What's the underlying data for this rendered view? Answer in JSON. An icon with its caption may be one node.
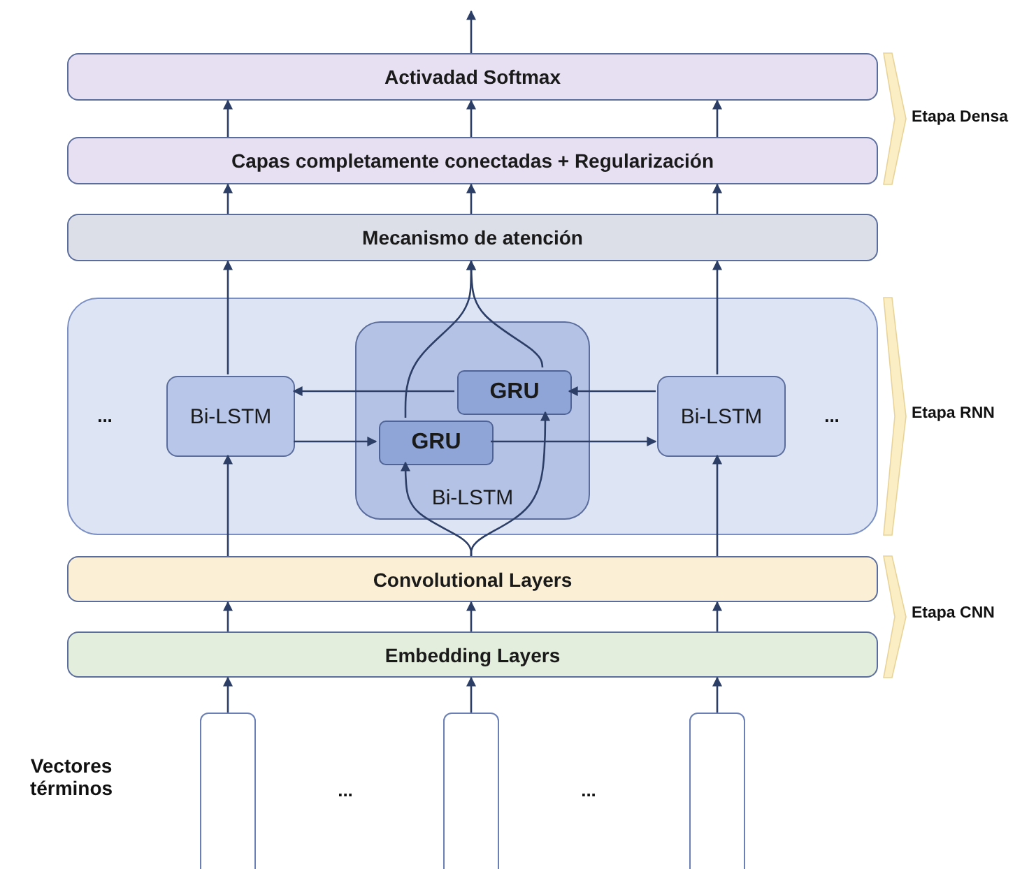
{
  "diagram": {
    "nodes": [
      {
        "text": [
          "Activadad Softmax"
        ]
      },
      {
        "text": [
          "Capas completamente conectadas + Regularización"
        ]
      },
      {
        "text": [
          "Mecanismo de atención"
        ]
      },
      {
        "text": [],
        "shape": "box"
      },
      {
        "text": [
          "Bi-LSTM"
        ],
        "in": 3
      },
      {
        "text": [
          "Bi-LSTM"
        ],
        "in": 3
      },
      {
        "text": [
          "GRU"
        ],
        "in": 5
      },
      {
        "text": [
          "GRU"
        ],
        "in": 5
      },
      {
        "text": [
          "Bi-LSTM"
        ],
        "in": 3
      },
      {
        "text": [
          "Convolutional Layers"
        ]
      },
      {
        "text": [
          "Embedding Layers"
        ]
      },
      {
        "text": [],
        "shape": "box"
      },
      {
        "text": [],
        "shape": "box"
      },
      {
        "text": [],
        "shape": "box"
      }
    ],
    "edges": [
      {
        "from": 0,
        "to": null,
        "arrow": "to"
      },
      {
        "from": 1,
        "to": 0,
        "arrow": "to"
      },
      {
        "from": 1,
        "to": 0,
        "arrow": "to"
      },
      {
        "from": 1,
        "to": 0,
        "arrow": "to"
      },
      {
        "from": 2,
        "to": 1,
        "arrow": "to"
      },
      {
        "from": 2,
        "to": 1,
        "arrow": "to"
      },
      {
        "from": 2,
        "to": 1,
        "arrow": "to"
      },
      {
        "from": 4,
        "to": 2,
        "arrow": "to"
      },
      {
        "from": 7,
        "to": 2,
        "arrow": "to"
      },
      {
        "from": 6,
        "to": 2,
        "arrow": "to"
      },
      {
        "from": 8,
        "to": 2,
        "arrow": "to"
      },
      {
        "from": 4,
        "to": 7,
        "arrow": "to"
      },
      {
        "from": 7,
        "to": 8,
        "arrow": "to"
      },
      {
        "from": 8,
        "to": 6,
        "arrow": "to"
      },
      {
        "from": 6,
        "to": 4,
        "arrow": "to"
      },
      {
        "from": 9,
        "to": 4,
        "arrow": "to"
      },
      {
        "from": 9,
        "to": 7,
        "arrow": "to"
      },
      {
        "from": 9,
        "to": 6,
        "arrow": "to"
      },
      {
        "from": 9,
        "to": 8,
        "arrow": "to"
      },
      {
        "from": 10,
        "to": 9,
        "arrow": "to"
      },
      {
        "from": 10,
        "to": 9,
        "arrow": "to"
      },
      {
        "from": 10,
        "to": 9,
        "arrow": "to"
      },
      {
        "from": 11,
        "to": 10,
        "arrow": "to"
      },
      {
        "from": 12,
        "to": 10,
        "arrow": "to"
      },
      {
        "from": 13,
        "to": 10,
        "arrow": "to"
      }
    ],
    "labels": [
      "Etapa Densa",
      "...",
      "...",
      "Etapa RNN",
      "Etapa CNN",
      "Vectores términos",
      "...",
      "..."
    ]
  }
}
